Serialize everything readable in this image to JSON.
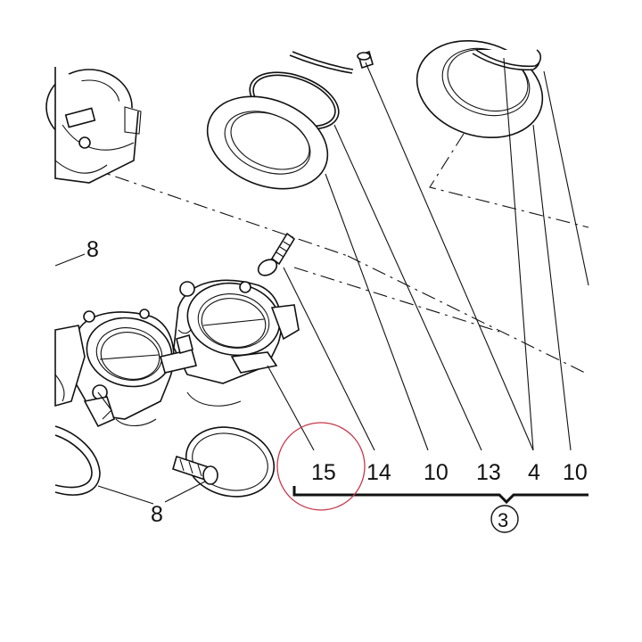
{
  "diagram": {
    "labels": {
      "l8_left": "8",
      "l8_bottom": "8",
      "l15": "15",
      "l14": "14",
      "l10a": "10",
      "l13": "13",
      "l4": "4",
      "l10b": "10",
      "l3": "3"
    },
    "highlight_color": "#c8384a"
  }
}
